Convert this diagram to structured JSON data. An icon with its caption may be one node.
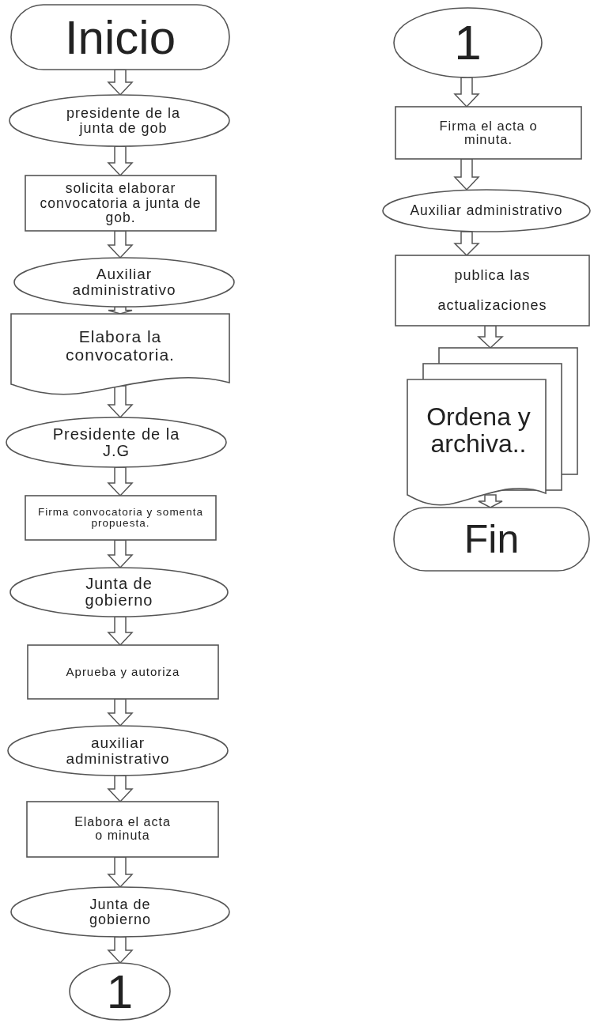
{
  "diagram": {
    "nodes": [
      {
        "text": [
          "Inicio"
        ]
      },
      {
        "text": [
          "presidente de la junta de gob"
        ]
      },
      {
        "text": [
          "solicita elaborar convocatoria a junta de gob."
        ]
      },
      {
        "text": [
          "Auxiliar administrativo"
        ]
      },
      {
        "text": [
          "Elabora la convocatoria."
        ]
      },
      {
        "text": [
          "Presidente de la J.G"
        ]
      },
      {
        "text": [
          "Firma convocatoria y somenta propuesta."
        ]
      },
      {
        "text": [
          "Junta de gobierno"
        ]
      },
      {
        "text": [
          "Aprueba y autoriza"
        ]
      },
      {
        "text": [
          "auxiliar administrativo"
        ]
      },
      {
        "text": [
          "Elabora el acta o minuta"
        ]
      },
      {
        "text": [
          "Junta de gobierno"
        ]
      },
      {
        "text": [
          "1"
        ]
      },
      {
        "text": [
          "1"
        ]
      },
      {
        "text": [
          "Firma el acta o minuta."
        ]
      },
      {
        "text": [
          "Auxiliar administrativo"
        ]
      },
      {
        "text": [
          "publica las actualizaciones"
        ]
      },
      {
        "text": [
          "Ordena y archiva.."
        ]
      },
      {
        "text": [
          "Fin"
        ]
      }
    ],
    "edges": [
      {
        "from": 0,
        "to": 1,
        "arrow": "to"
      },
      {
        "from": 1,
        "to": 2,
        "arrow": "to"
      },
      {
        "from": 2,
        "to": 3,
        "arrow": "to"
      },
      {
        "from": 3,
        "to": 4,
        "arrow": "to"
      },
      {
        "from": 4,
        "to": 5,
        "arrow": "to"
      },
      {
        "from": 5,
        "to": 6,
        "arrow": "to"
      },
      {
        "from": 6,
        "to": 7,
        "arrow": "to"
      },
      {
        "from": 7,
        "to": 8,
        "arrow": "to"
      },
      {
        "from": 8,
        "to": 9,
        "arrow": "to"
      },
      {
        "from": 9,
        "to": 10,
        "arrow": "to"
      },
      {
        "from": 10,
        "to": 11,
        "arrow": "to"
      },
      {
        "from": 11,
        "to": 12,
        "arrow": "to"
      },
      {
        "from": 13,
        "to": 14,
        "arrow": "to"
      },
      {
        "from": 14,
        "to": 15,
        "arrow": "to"
      },
      {
        "from": 15,
        "to": 16,
        "arrow": "to"
      },
      {
        "from": 16,
        "to": 17,
        "arrow": "to"
      },
      {
        "from": 17,
        "to": 18,
        "arrow": "to"
      }
    ]
  }
}
